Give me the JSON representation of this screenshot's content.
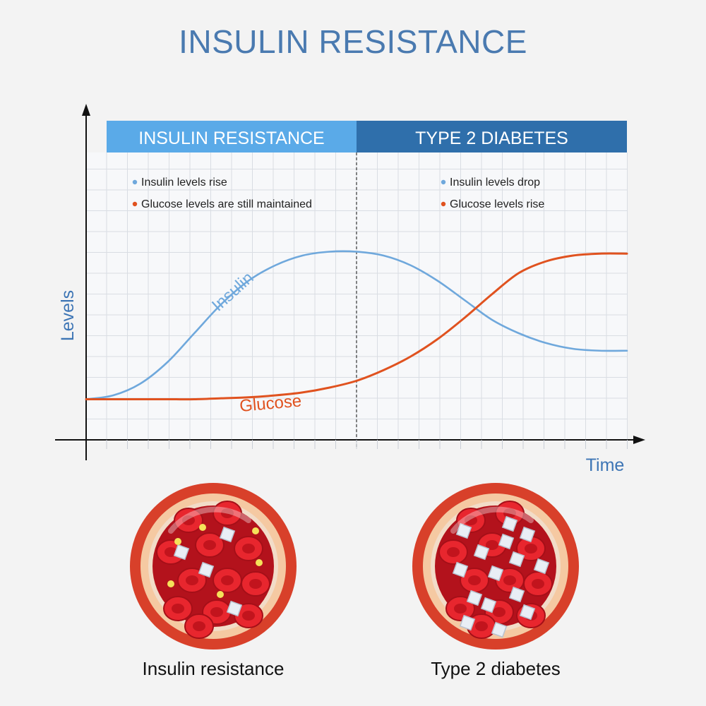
{
  "title": "INSULIN RESISTANCE",
  "chart_data": {
    "type": "line",
    "ylabel": "Levels",
    "xlabel": "Time",
    "x": [
      0,
      1,
      2,
      3,
      4,
      5,
      6,
      7,
      8,
      9,
      10,
      11,
      12,
      13,
      14,
      15,
      16,
      17,
      18,
      19,
      20
    ],
    "xlim": [
      0,
      20
    ],
    "ylim": [
      0,
      10
    ],
    "grid": true,
    "phase_divider_x": 10,
    "phases": [
      {
        "label": "INSULIN RESISTANCE",
        "start": 0,
        "end": 10,
        "color": "#5aaae8"
      },
      {
        "label": "TYPE 2 DIABETES",
        "start": 10,
        "end": 20,
        "color": "#2f6fab"
      }
    ],
    "series": [
      {
        "name": "Insulin",
        "color": "#6fa8dc",
        "values": [
          1.0,
          1.2,
          1.8,
          2.9,
          4.4,
          5.9,
          7.1,
          7.9,
          8.4,
          8.6,
          8.6,
          8.4,
          7.9,
          7.1,
          6.1,
          5.1,
          4.4,
          3.9,
          3.6,
          3.5,
          3.5
        ]
      },
      {
        "name": "Glucose",
        "color": "#e0521f",
        "values": [
          1.0,
          1.0,
          1.0,
          1.0,
          1.0,
          1.05,
          1.1,
          1.2,
          1.35,
          1.6,
          1.95,
          2.5,
          3.2,
          4.1,
          5.2,
          6.4,
          7.5,
          8.1,
          8.4,
          8.5,
          8.5
        ]
      }
    ],
    "annotations": {
      "left": [
        {
          "text": "Insulin levels rise",
          "color": "#6fa8dc"
        },
        {
          "text": "Glucose levels are still maintained",
          "color": "#e0521f"
        }
      ],
      "right": [
        {
          "text": "Insulin levels drop",
          "color": "#6fa8dc"
        },
        {
          "text": "Glucose levels rise",
          "color": "#e0521f"
        }
      ]
    }
  },
  "illustrations": [
    {
      "caption": "Insulin resistance",
      "glucose_amount": "low",
      "icon": "blood-vessel-cross-section-icon"
    },
    {
      "caption": "Type 2 diabetes",
      "glucose_amount": "high",
      "icon": "blood-vessel-cross-section-icon"
    }
  ]
}
